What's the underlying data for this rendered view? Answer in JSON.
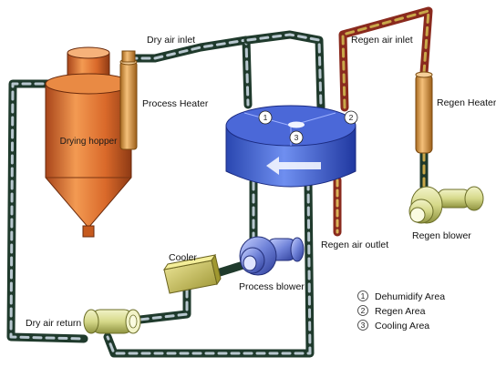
{
  "colors": {
    "duct_dark": "#1f3a2c",
    "dry_air_stripe": "#b8c7cf",
    "regen_stripe": "#c9a84a",
    "regen_hot": "#8a2a1e",
    "hopper": "#d9692a",
    "wheel": "#3a5fd0",
    "heater": "#e0a050",
    "blower": "#d6d98a",
    "cooler": "#cdc45a"
  },
  "icons": [
    "dehumidify-wheel-arrow-icon"
  ],
  "labels": {
    "dry_air_inlet": "Dry air inlet",
    "process_heater": "Process Heater",
    "drying_hopper": "Drying hopper",
    "regen_air_inlet": "Regen air inlet",
    "regen_heater": "Regen Heater",
    "regen_air_outlet": "Regen air outlet",
    "regen_blower": "Regen blower",
    "cooler": "Cooler",
    "process_blower": "Process blower",
    "dry_air_return": "Dry air return"
  },
  "wheel_markers": {
    "m1": "1",
    "m2": "2",
    "m3": "3"
  },
  "legend": [
    {
      "marker": "1",
      "text": "Dehumidify Area"
    },
    {
      "marker": "2",
      "text": "Regen Area"
    },
    {
      "marker": "3",
      "text": "Cooling Area"
    }
  ]
}
